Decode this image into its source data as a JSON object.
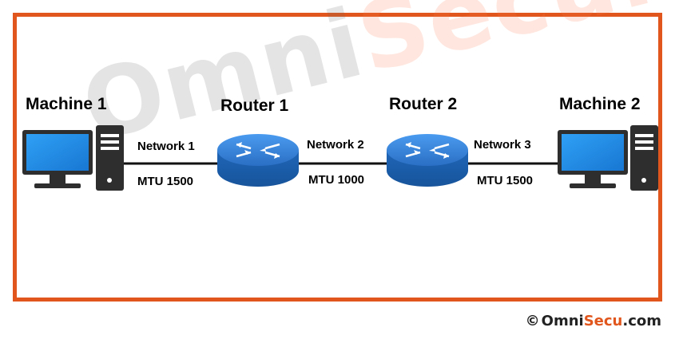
{
  "watermark": {
    "part1": "Omni",
    "part2": "Secu",
    "part3": ".com"
  },
  "nodes": {
    "machine1": "Machine 1",
    "router1": "Router 1",
    "router2": "Router 2",
    "machine2": "Machine 2"
  },
  "links": [
    {
      "network": "Network 1",
      "mtu": "MTU 1500"
    },
    {
      "network": "Network 2",
      "mtu": "MTU 1000"
    },
    {
      "network": "Network 3",
      "mtu": "MTU 1500"
    }
  ],
  "copyright": {
    "symbol": "©",
    "part1": "Omni",
    "part2": "Secu",
    "part3": ".com"
  },
  "colors": {
    "border": "#e0561c",
    "router_top": "#2f7fd6",
    "router_body": "#1c5fae",
    "monitor_screen": "#1f8be3",
    "device_dark": "#2e2e2e"
  }
}
